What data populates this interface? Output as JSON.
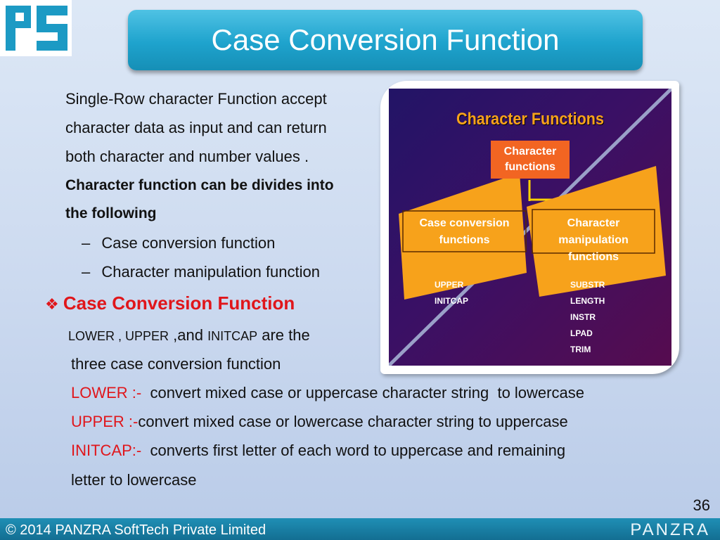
{
  "slide": {
    "title": "Case Conversion Function",
    "page_number": "36"
  },
  "body": {
    "para_lines": [
      "Single-Row character Function accept",
      "character data as input and can return",
      "both character and number values ."
    ],
    "bold_lines": [
      "Character function can be divides into",
      "the following"
    ],
    "bullets": [
      "Case conversion function",
      "Character manipulation function"
    ],
    "dash": "–",
    "section_heading": "Case  Conversion Function",
    "section_marker": "❖",
    "intro": {
      "lower": "LOWER",
      "sep1": " , ",
      "upper": "UPPER",
      "sep2": " ,and ",
      "initcap": "INITCAP",
      "rest": " are the"
    },
    "intro_line2": "three case conversion function",
    "definitions": [
      {
        "term": "LOWER :-",
        "text": "  convert mixed case or uppercase character string  to lowercase"
      },
      {
        "term": "UPPER :-",
        "text": "convert mixed case or lowercase character string to uppercase"
      },
      {
        "term": "INITCAP:-",
        "text": "  converts first letter of each word to uppercase and remaining"
      }
    ],
    "definition_tail": "letter to lowercase"
  },
  "figure": {
    "title": "Character Functions",
    "root_line1": "Character",
    "root_line2": "functions",
    "left_line1": "Case conversion",
    "left_line2": "functions",
    "right_line1": "Character manipulation",
    "right_line2": "functions",
    "left_items": [
      "UPPER",
      "INITCAP"
    ],
    "right_items": [
      "SUBSTR",
      "LENGTH",
      "INSTR",
      "LPAD",
      "TRIM"
    ]
  },
  "footer": {
    "copyright": "© 2014 PANZRA SoftTech Private Limited",
    "brand": "PANZRA"
  },
  "colors": {
    "accent_red": "#e0161b",
    "title_blue": "#1ea3cd",
    "footer_blue": "#1b86ad",
    "figure_orange": "#f7a21b"
  }
}
